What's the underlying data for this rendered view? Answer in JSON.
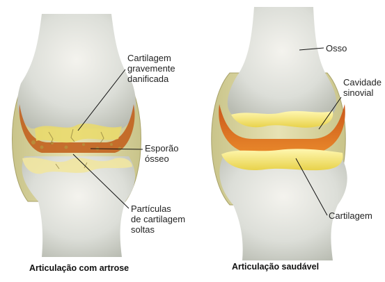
{
  "labels": {
    "damaged_cartilage": "Cartilagem\ngravemente\ndanificada",
    "bone_spur": "Esporão\nósseo",
    "loose_particles": "Partículas\nde cartilagem\nsoltas",
    "bone": "Osso",
    "synovial_cavity": "Cavidade\nsinovial",
    "cartilage": "Cartilagem"
  },
  "captions": {
    "left": "Articulação com artrose",
    "right": "Articulação saudável"
  }
}
